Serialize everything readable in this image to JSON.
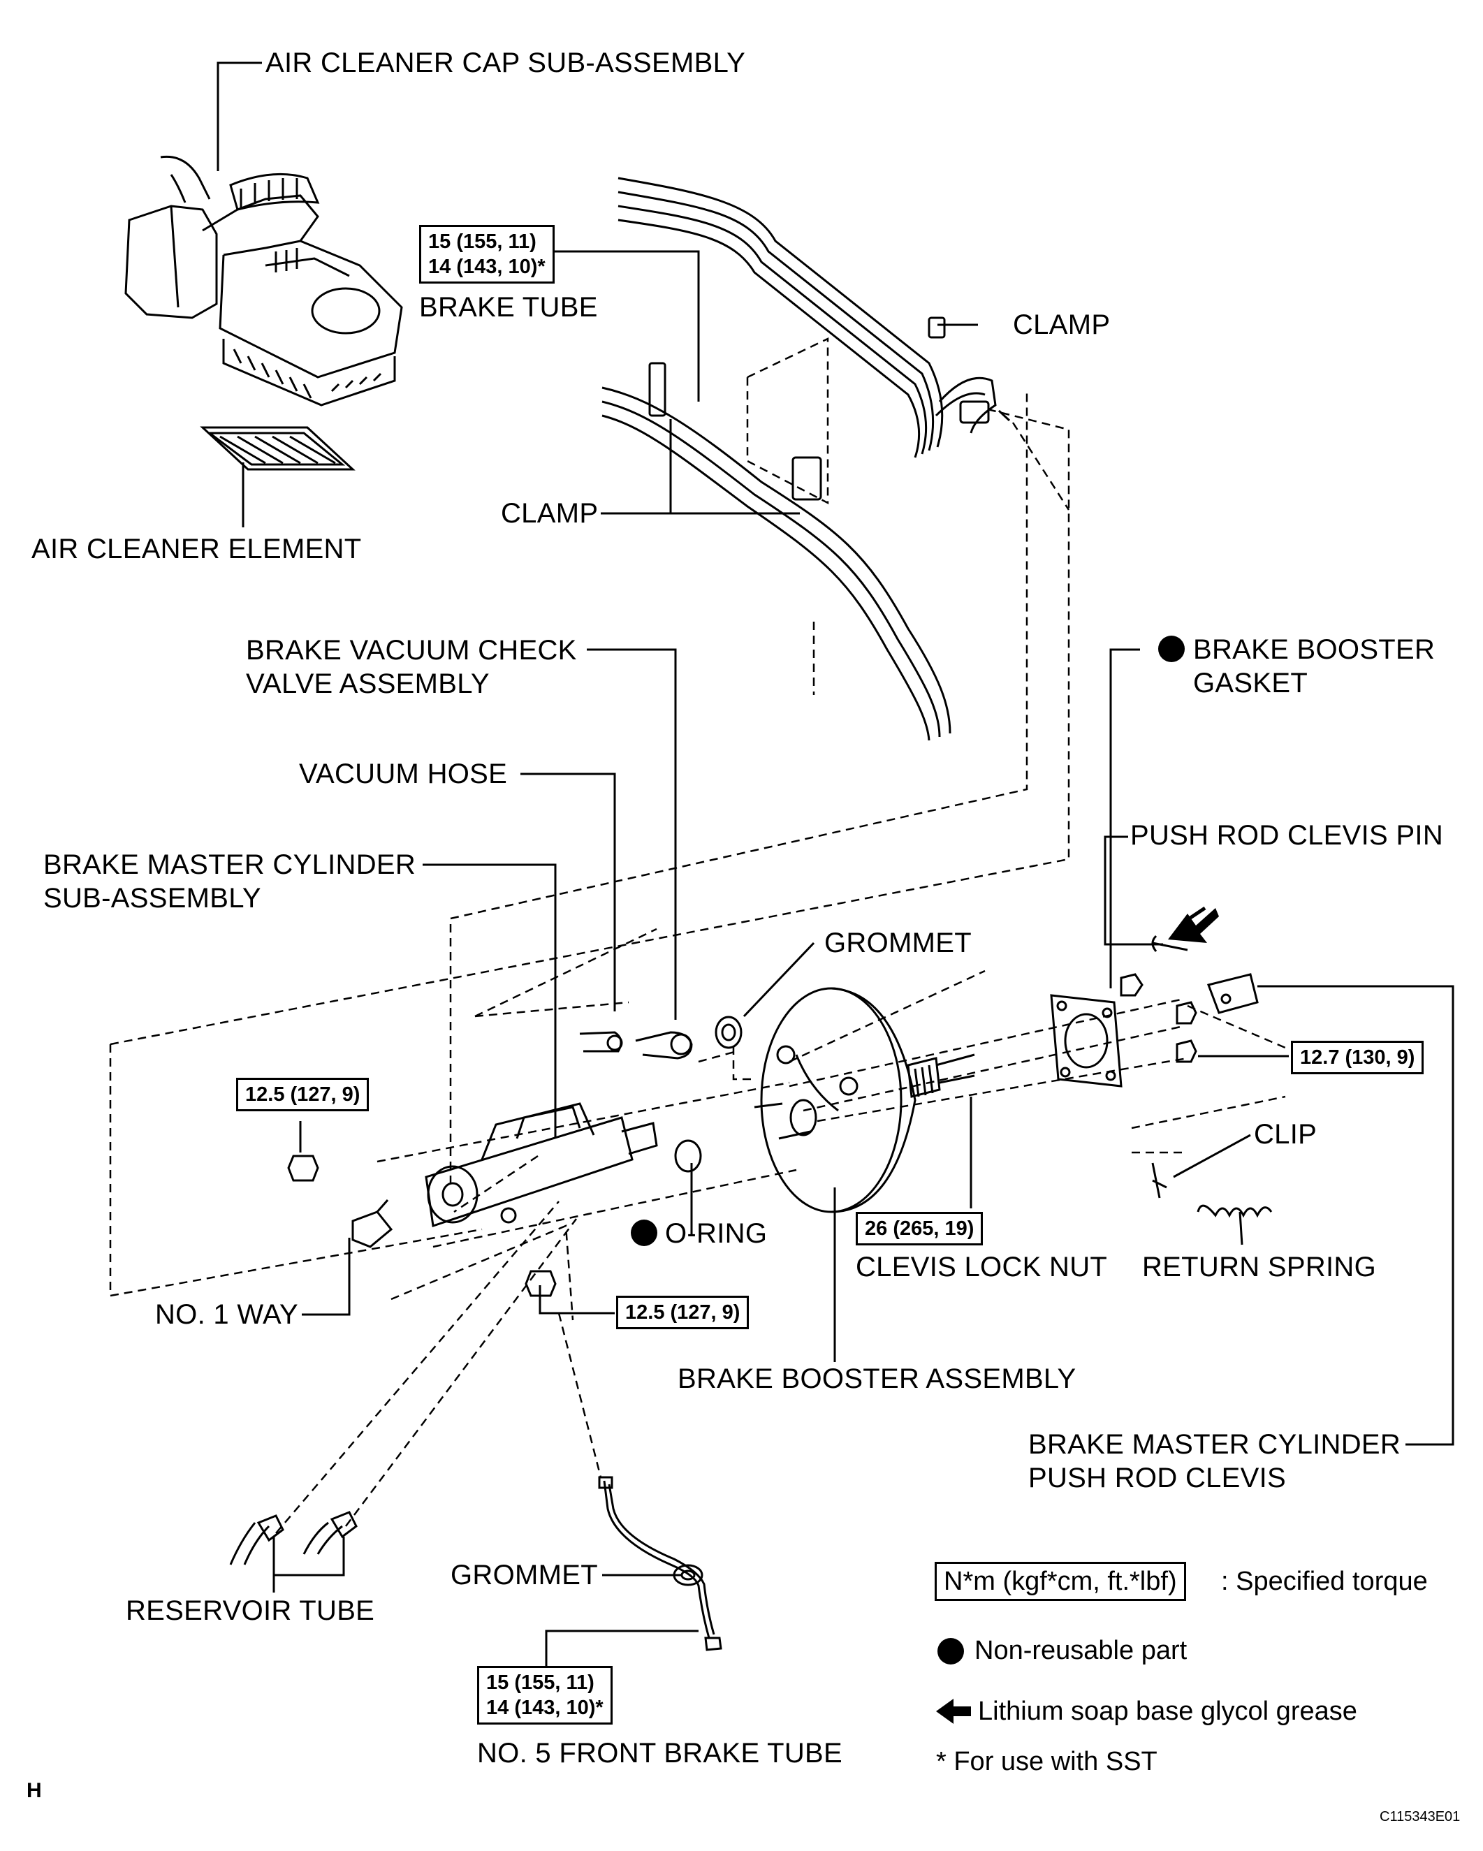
{
  "labels": {
    "air_cleaner_cap": "AIR CLEANER CAP SUB-ASSEMBLY",
    "air_cleaner_element": "AIR CLEANER ELEMENT",
    "brake_tube": "BRAKE TUBE",
    "clamp_top": "CLAMP",
    "clamp_mid": "CLAMP",
    "check_valve_1": "BRAKE VACUUM CHECK",
    "check_valve_2": "VALVE ASSEMBLY",
    "vacuum_hose": "VACUUM HOSE",
    "master_cyl_1": "BRAKE MASTER CYLINDER",
    "master_cyl_2": "SUB-ASSEMBLY",
    "grommet_top": "GROMMET",
    "booster_gasket_1": "BRAKE BOOSTER",
    "booster_gasket_2": "GASKET",
    "push_rod_pin": "PUSH ROD CLEVIS PIN",
    "clip": "CLIP",
    "return_spring": "RETURN SPRING",
    "o_ring": "O-RING",
    "clevis_lock_nut": "CLEVIS LOCK NUT",
    "no1_way": "NO. 1 WAY",
    "booster_assembly": "BRAKE BOOSTER ASSEMBLY",
    "push_rod_clevis_1": "BRAKE MASTER CYLINDER",
    "push_rod_clevis_2": "PUSH ROD CLEVIS",
    "reservoir_tube": "RESERVOIR TUBE",
    "grommet_bottom": "GROMMET",
    "front_brake_tube": "NO. 5 FRONT BRAKE TUBE"
  },
  "torques": {
    "brake_tube_1": "15 (155, 11)",
    "brake_tube_2": "14 (143, 10)*",
    "master_cyl_nut_upper": "12.5 (127, 9)",
    "master_cyl_nut_lower": "12.5 (127, 9)",
    "booster_nut": "12.7 (130, 9)",
    "clevis_lock_nut": "26 (265, 19)",
    "front_tube_1": "15 (155, 11)",
    "front_tube_2": "14 (143, 10)*"
  },
  "legend": {
    "torque_box": "N*m (kgf*cm, ft.*lbf)",
    "torque_desc": ": Specified torque",
    "non_reusable": "Non-reusable part",
    "grease": "Lithium soap base glycol grease",
    "sst": "* For use with SST"
  },
  "footer": {
    "corner": "H",
    "figure_code": "C115343E01"
  },
  "icons": {
    "non_reusable": "filled-circle-icon",
    "grease": "left-arrow-icon"
  },
  "colors": {
    "ink": "#000000",
    "paper": "#ffffff"
  }
}
